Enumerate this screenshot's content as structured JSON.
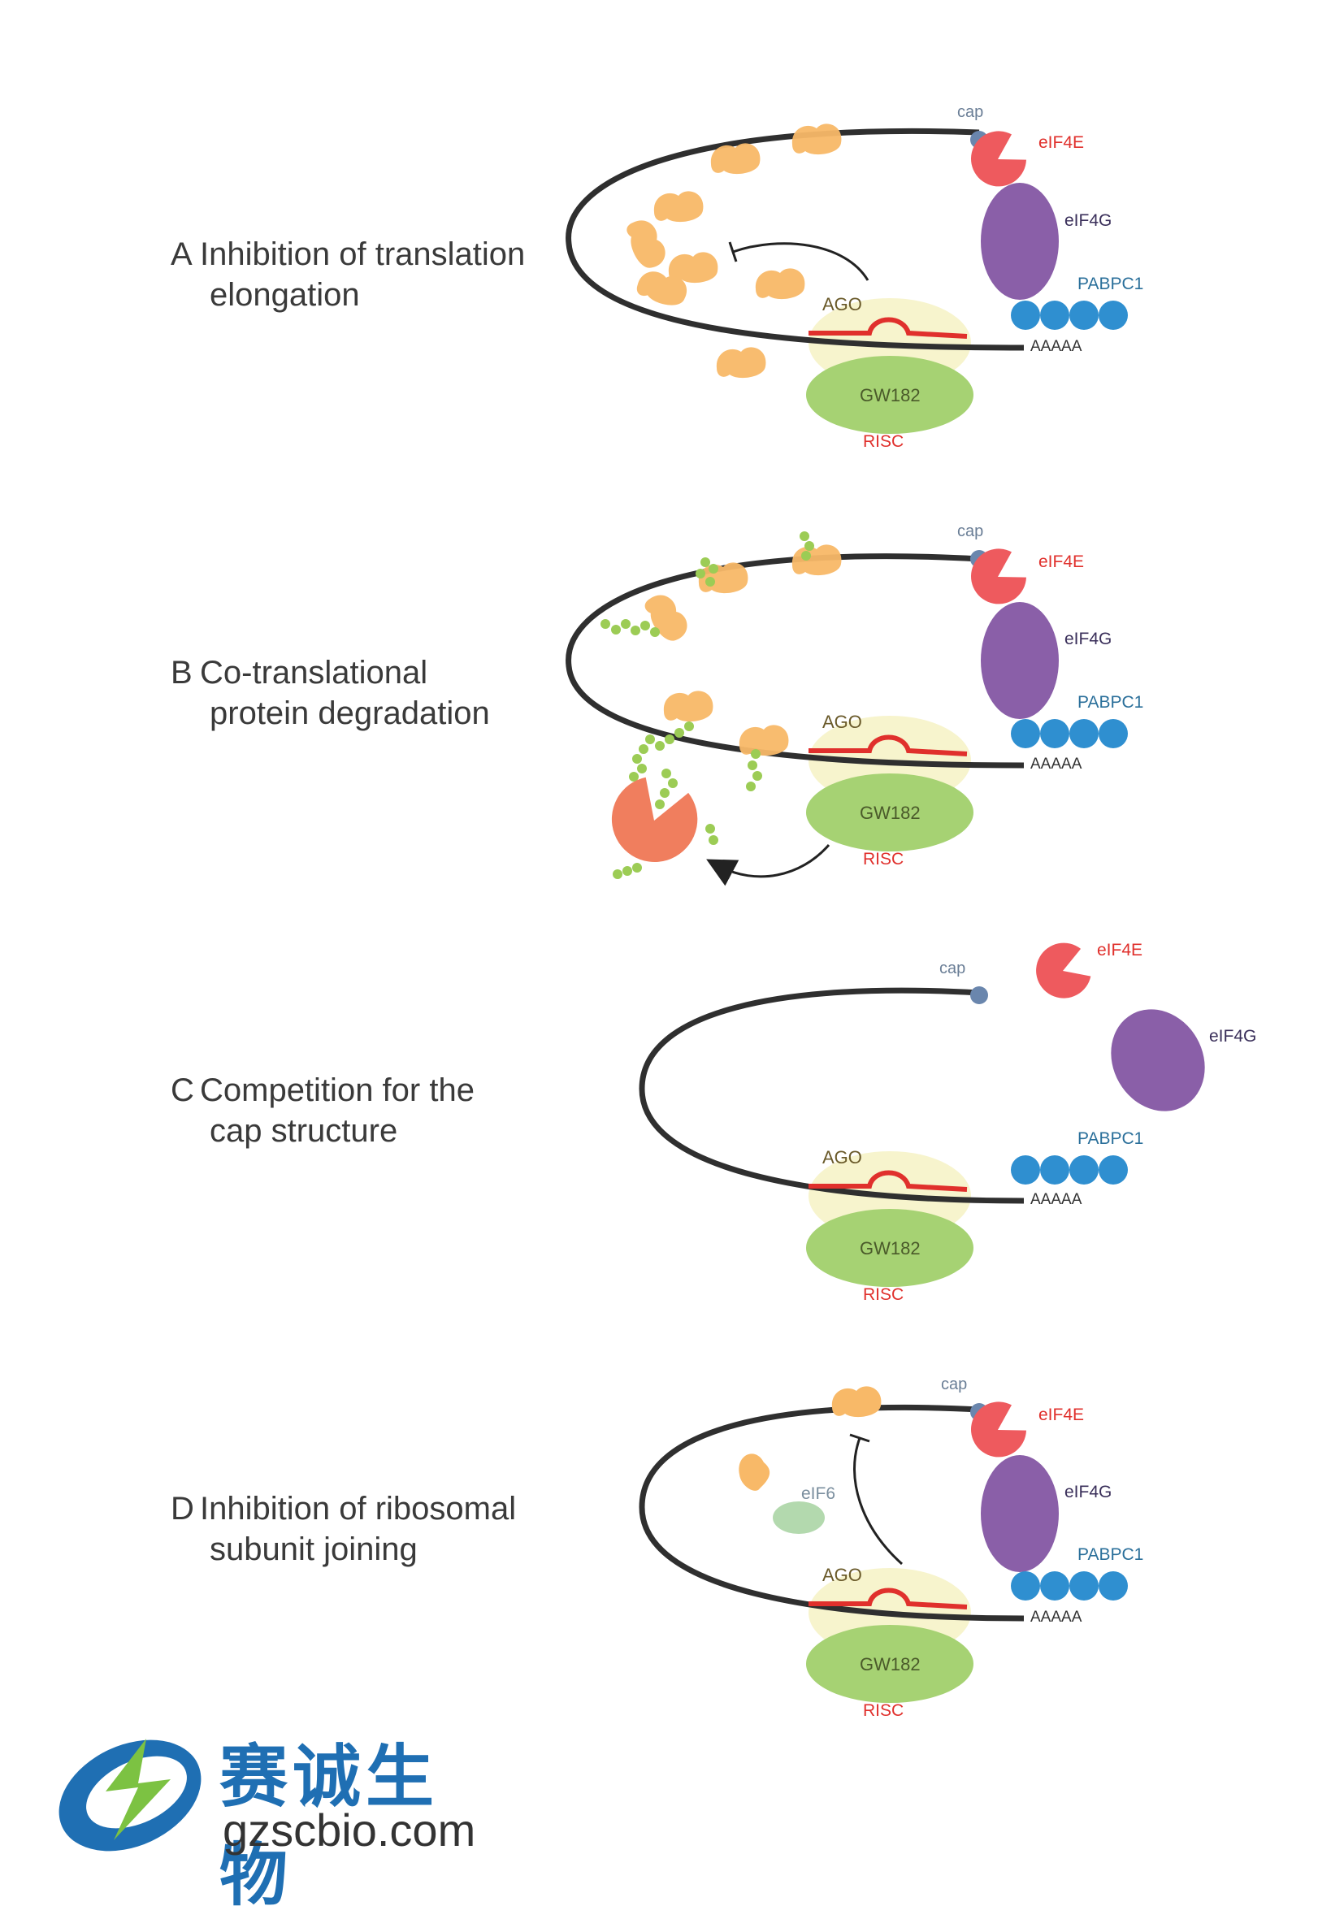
{
  "panels": [
    {
      "letter": "A",
      "line1": "Inhibition of translation",
      "line2": "elongation"
    },
    {
      "letter": "B",
      "line1": "Co-translational",
      "line2": "protein degradation"
    },
    {
      "letter": "C",
      "line1": "Competition for the",
      "line2": "cap structure"
    },
    {
      "letter": "D",
      "line1": "Inhibition of ribosomal",
      "line2": "subunit joining"
    }
  ],
  "labels": {
    "cap": "cap",
    "eif4e": "eIF4E",
    "eif4g": "eIF4G",
    "pabpc1": "PABPC1",
    "ago": "AGO",
    "aaaaa": "AAAAA",
    "gw182": "GW182",
    "risc": "RISC",
    "eif6": "eIF6"
  },
  "logo": {
    "name_cn": "赛诚生物",
    "url": "gzscbio.com"
  },
  "colors": {
    "eif4e": "#ee5a5e",
    "eif4g": "#8a5fa8",
    "pabpc1": "#2f8fd0",
    "cap": "#6a86ad",
    "ribosome": "#f8b968",
    "gw182": "#9ccc66",
    "ago": "#f4f0b8",
    "mirna": "#e0302c",
    "proteasome": "#f07e5e",
    "peptide": "#9ccc55",
    "risc_text": "#e0302c",
    "pabpc1_text": "#2a6f9a"
  }
}
